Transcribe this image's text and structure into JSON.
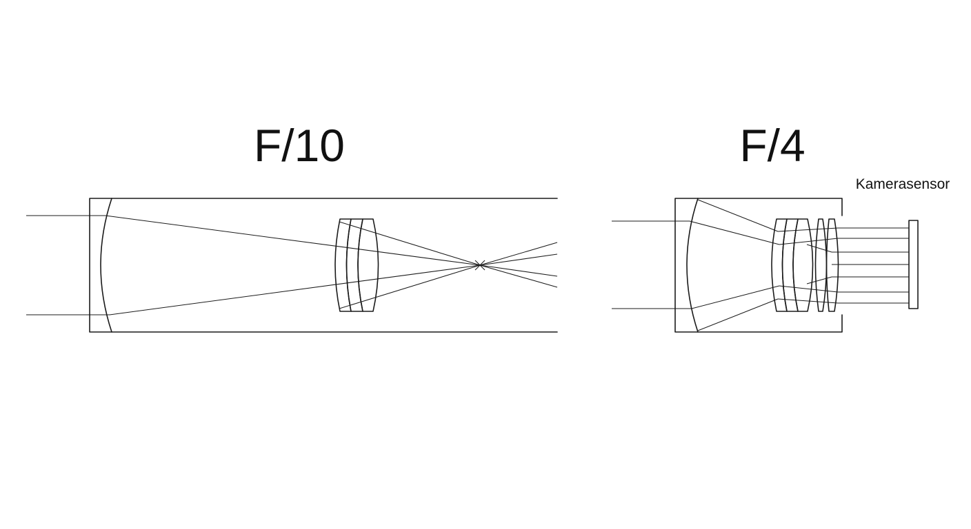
{
  "left_system": {
    "title": "F/10"
  },
  "right_system": {
    "title": "F/4",
    "sensor_label": "Kamerasensor"
  }
}
